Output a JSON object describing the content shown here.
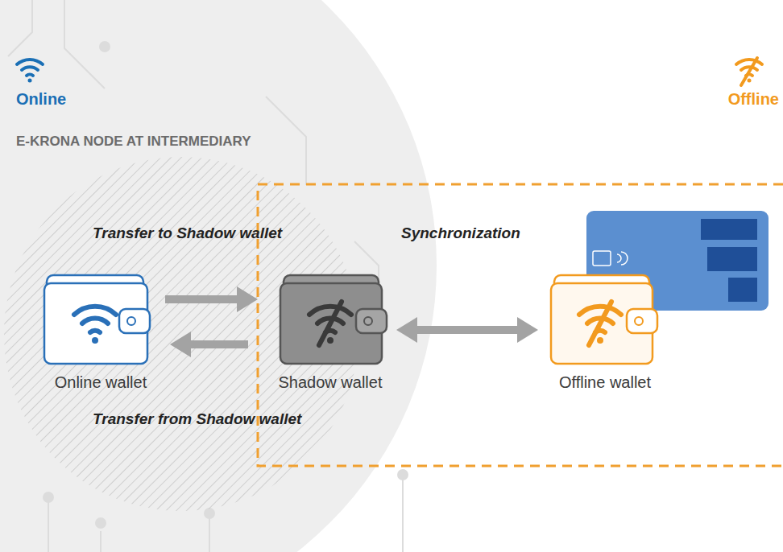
{
  "diagram": {
    "nodes": [
      {
        "text": [
          "Online wallet"
        ]
      },
      {
        "text": [
          "Shadow wallet"
        ]
      },
      {
        "text": [
          "Offline wallet"
        ]
      }
    ],
    "edges": [
      {
        "from": 0,
        "to": 1,
        "label": "Transfer to Shadow wallet",
        "arrow": "to"
      },
      {
        "from": 1,
        "to": 0,
        "label": "Transfer from Shadow wallet",
        "arrow": "to"
      },
      {
        "from": 1,
        "to": 2,
        "label": "Synchronization",
        "arrow": "both"
      }
    ],
    "labels": [
      "Online",
      "Offline",
      "E-KRONA NODE AT INTERMEDIARY"
    ]
  }
}
